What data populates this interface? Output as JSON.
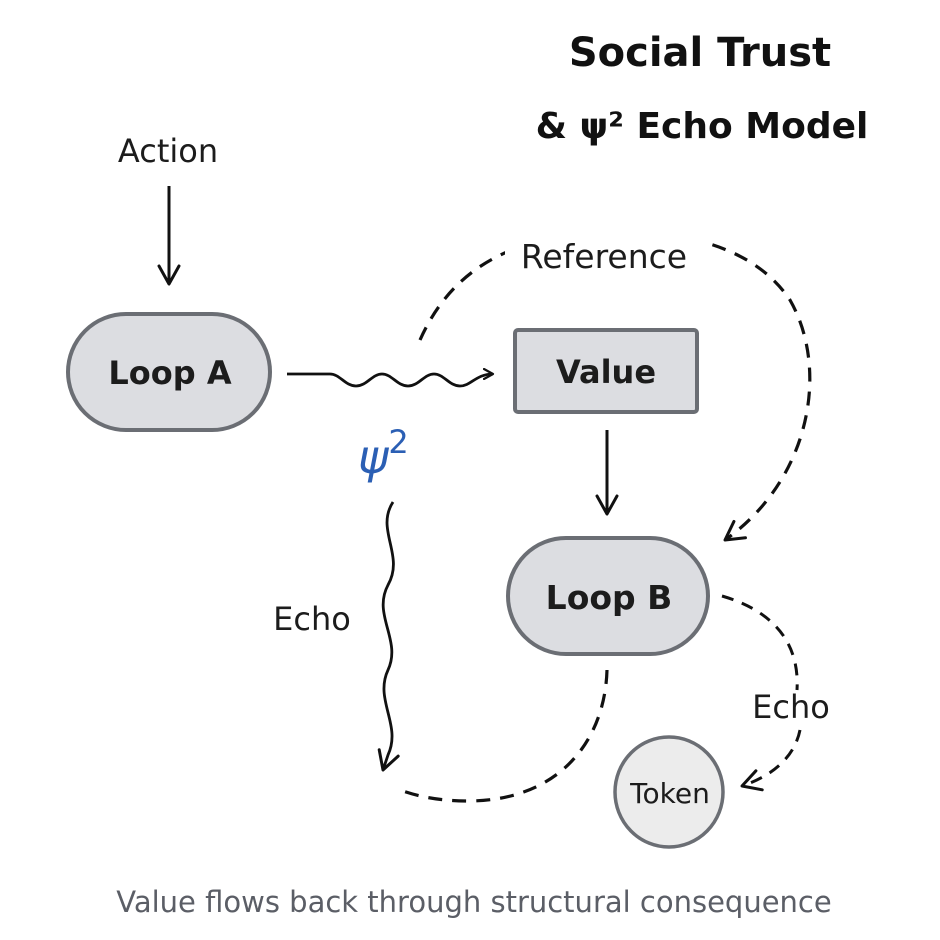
{
  "title": {
    "line1": "Social Trust",
    "line2": "& ψ² Echo Model"
  },
  "nodes": {
    "loop_a": "Loop A",
    "value": "Value",
    "loop_b": "Loop B",
    "token": "Token"
  },
  "labels": {
    "action": "Action",
    "reference": "Reference",
    "psi_symbol": "ψ",
    "psi_exponent": "2",
    "echo_left": "Echo",
    "echo_right": "Echo"
  },
  "caption": "Value flows back through structural consequence",
  "colors": {
    "node_fill": "#dcdde1",
    "node_stroke": "#6b6e74",
    "token_fill": "#ececec",
    "psi_accent": "#2b5fb4",
    "caption": "#5b5e66",
    "line": "#111111"
  },
  "edges": [
    {
      "from": "Action",
      "to": "Loop A",
      "style": "solid"
    },
    {
      "from": "Loop A",
      "to": "Value",
      "style": "wavy",
      "label": "ψ²"
    },
    {
      "from": "Loop A",
      "to": "Loop B",
      "style": "dashed",
      "label": "Reference"
    },
    {
      "from": "Value",
      "to": "Loop B",
      "style": "solid"
    },
    {
      "from": "ψ²",
      "to": "bottom",
      "style": "wavy",
      "label": "Echo"
    },
    {
      "from": "Loop B",
      "to": "bottom",
      "style": "dashed"
    },
    {
      "from": "Loop B",
      "to": "Token",
      "style": "dashed",
      "label": "Echo"
    }
  ]
}
